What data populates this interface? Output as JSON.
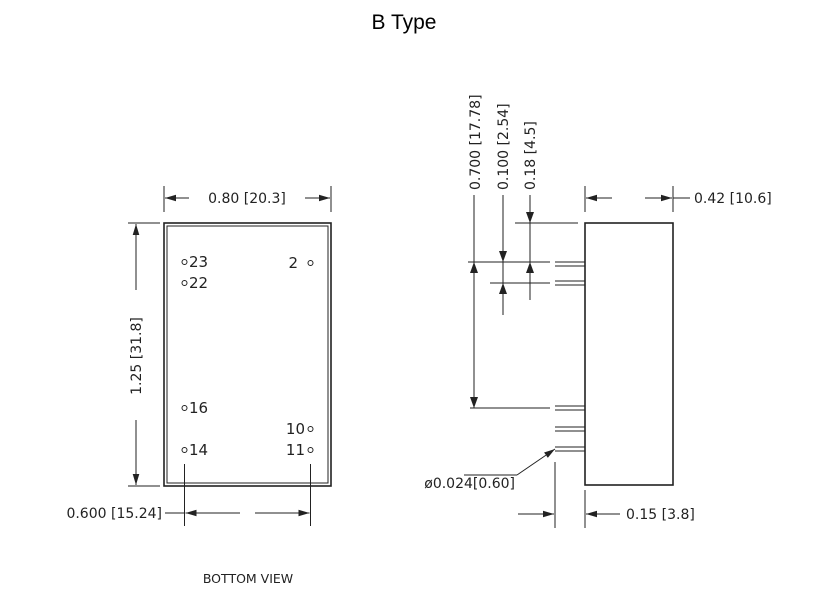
{
  "title": "B Type",
  "bottom_view": {
    "caption": "BOTTOM VIEW",
    "width_dim": "0.80 [20.3]",
    "height_dim": "1.25 [31.8]",
    "pitch_dim": "0.600 [15.24]",
    "pins": {
      "p23": "23",
      "p22": "22",
      "p2": "2",
      "p16": "16",
      "p10": "10",
      "p14": "14",
      "p11": "11"
    }
  },
  "side_view": {
    "dim_0700": "0.700 [17.78]",
    "dim_0100": "0.100 [2.54]",
    "dim_018": "0.18 [4.5]",
    "thickness_dim": "0.42 [10.6]",
    "pin_diameter": "ø0.024[0.60]",
    "standoff_dim": "0.15 [3.8]"
  }
}
